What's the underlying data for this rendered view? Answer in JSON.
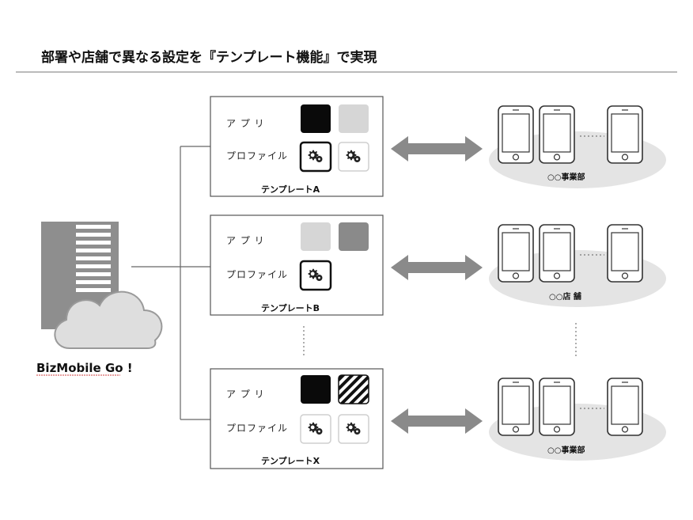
{
  "title": "部署や店舗で異なる設定を『テンプレート機能』で実現",
  "brand": "BizMobile Go !",
  "labels": {
    "app": "ア プ リ",
    "profile": "プロファイル"
  },
  "templates": [
    {
      "name": "テンプレートA",
      "group": "○○事業部"
    },
    {
      "name": "テンプレートB",
      "group": "○○店 舗"
    },
    {
      "name": "テンプレートX",
      "group": "○○事業部"
    }
  ],
  "icons": {
    "server": "server-building-icon",
    "cloud": "cloud-icon",
    "gear": "gear-icon",
    "phone": "smartphone-icon",
    "arrow": "double-arrow-icon"
  },
  "colors": {
    "black_tile": "#0a0a0a",
    "light_tile": "#d6d6d6",
    "mid_tile": "#8a8a8a",
    "server": "#8e8e8e",
    "cloud": "#dedede",
    "arrow": "#8a8a8a",
    "device_base": "#e4e4e4"
  }
}
